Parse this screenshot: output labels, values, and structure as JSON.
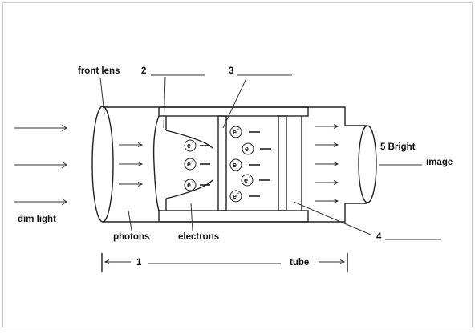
{
  "labels": {
    "front_lens": "front lens",
    "num2": "2",
    "num3": "3",
    "num4": "4",
    "bright": "5 Bright",
    "image": "image",
    "dim_light": "dim light",
    "photons": "photons",
    "electrons": "electrons",
    "num1": "1",
    "tube": "tube"
  },
  "electron_symbol": "e",
  "electron_charge": "-",
  "colors": {
    "ink": "#222222",
    "frame": "#cccccc",
    "background": "#ffffff"
  }
}
